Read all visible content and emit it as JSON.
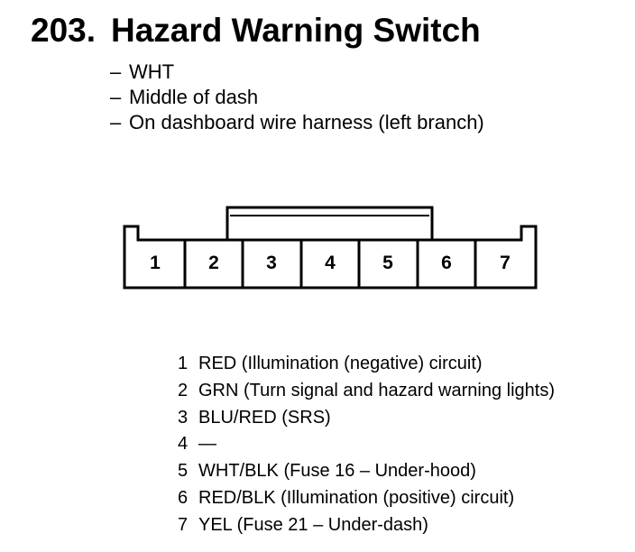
{
  "header": {
    "number": "203.",
    "title": "Hazard Warning Switch"
  },
  "details": [
    {
      "dash": "–",
      "text": "WHT"
    },
    {
      "dash": "–",
      "text": "Middle of dash"
    },
    {
      "dash": "–",
      "text": "On dashboard wire harness (left branch)"
    }
  ],
  "connector": {
    "pins": [
      "1",
      "2",
      "3",
      "4",
      "5",
      "6",
      "7"
    ]
  },
  "pinout": [
    {
      "pin": "1",
      "desc": "RED (Illumination (negative) circuit)"
    },
    {
      "pin": "2",
      "desc": "GRN (Turn signal and hazard warning lights)"
    },
    {
      "pin": "3",
      "desc": "BLU/RED (SRS)"
    },
    {
      "pin": "4",
      "desc": "—"
    },
    {
      "pin": "5",
      "desc": "WHT/BLK (Fuse 16 – Under-hood)"
    },
    {
      "pin": "6",
      "desc": "RED/BLK (Illumination (positive) circuit)"
    },
    {
      "pin": "7",
      "desc": "YEL (Fuse 21 – Under-dash)"
    }
  ]
}
